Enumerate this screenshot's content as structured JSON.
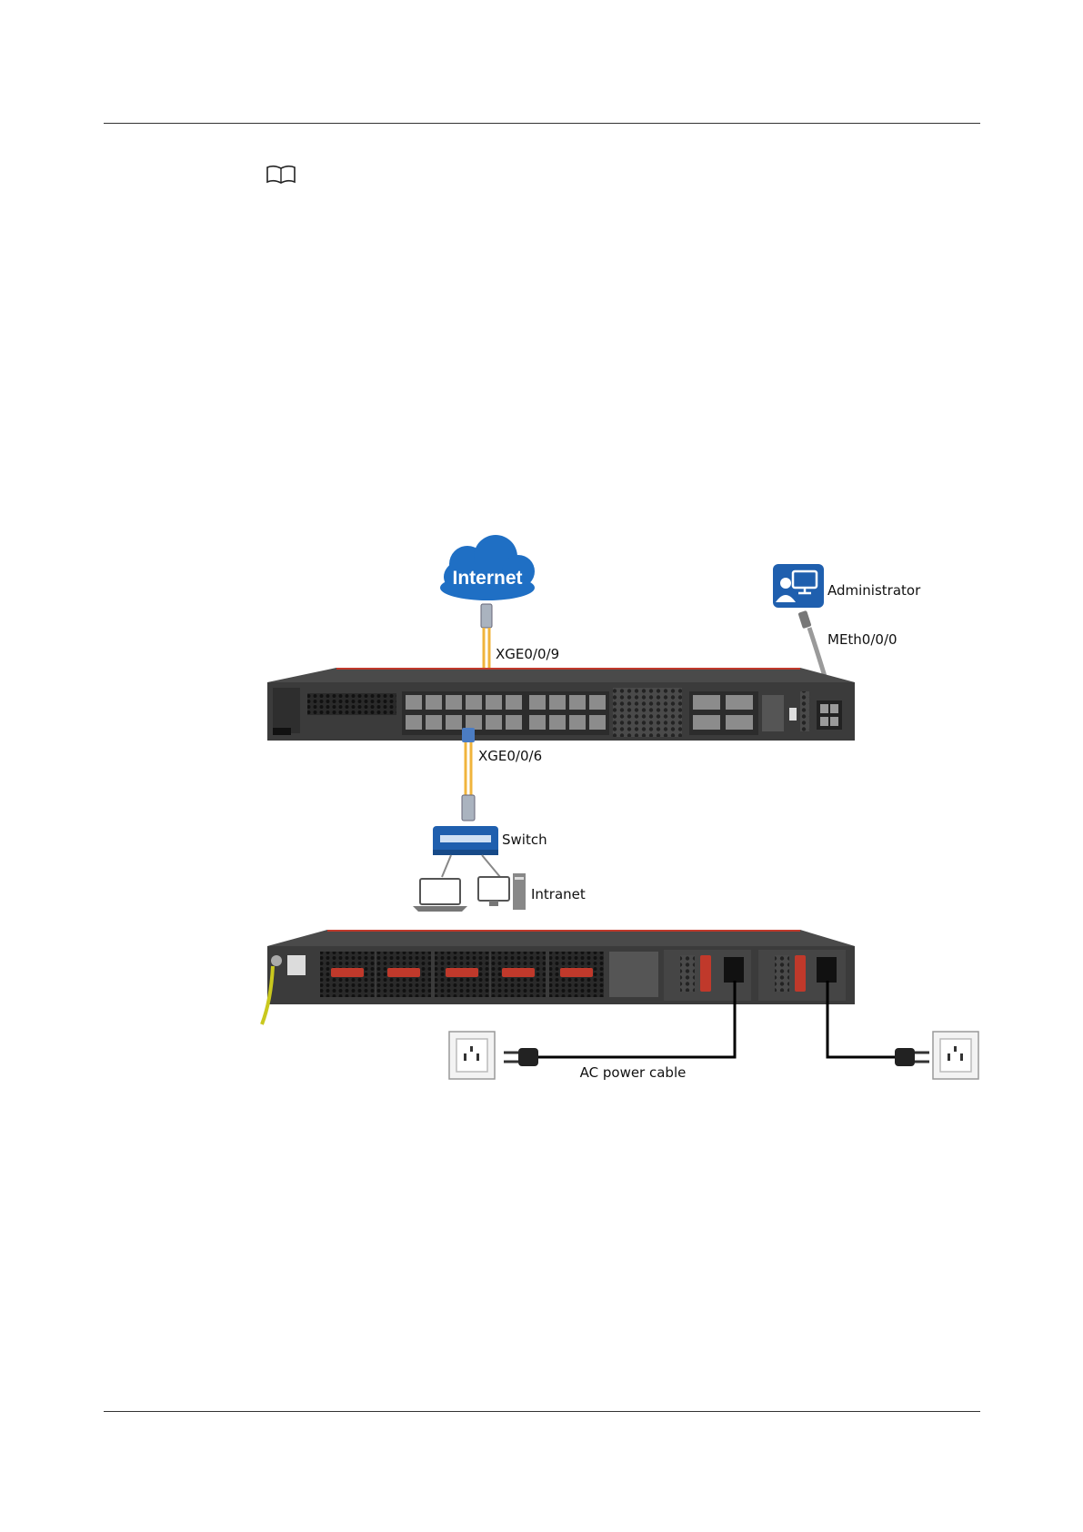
{
  "labels": {
    "internet": "Internet",
    "administrator": "Administrator",
    "meth": "MEth0/0/0",
    "xge9": "XGE0/0/9",
    "xge6": "XGE0/0/6",
    "switch": "Switch",
    "intranet": "Intranet",
    "ac_cable": "AC power cable"
  },
  "icons": {
    "note": "book-icon",
    "cloud": "cloud-icon",
    "admin": "admin-workstation-icon",
    "switch": "switch-icon",
    "laptop": "laptop-icon",
    "desktop": "desktop-pc-icon",
    "outlet": "power-outlet-icon",
    "plug": "power-plug-icon"
  },
  "colors": {
    "fiber": "#f0b43c",
    "cloud": "#1f6fc4",
    "icon_blue": "#1f5fae",
    "chassis": "#3b3b3b",
    "accent_red": "#c0392b",
    "ground": "#c9c81e"
  }
}
